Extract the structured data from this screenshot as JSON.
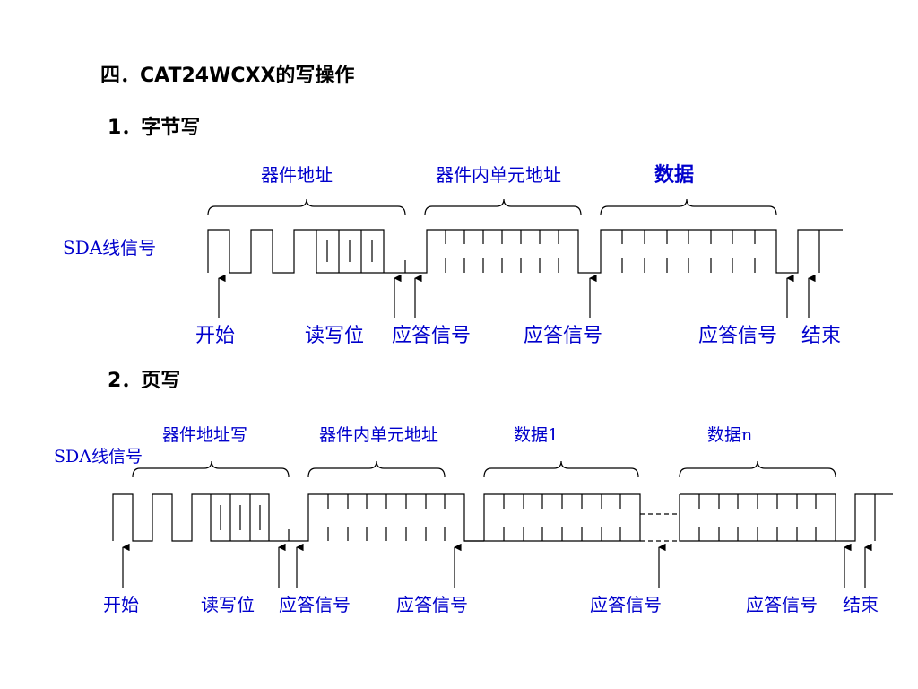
{
  "title": "四．CAT24WCXX的写操作",
  "section1": {
    "heading": "1．字节写",
    "signal_label": "SDA线信号",
    "groups": [
      "器件地址",
      "器件内单元地址",
      "数据"
    ],
    "labels": [
      "开始",
      "读写位",
      "应答信号",
      "应答信号",
      "应答信号",
      "结束"
    ]
  },
  "section2": {
    "heading": "2．页写",
    "signal_label": "SDA线信号",
    "groups": [
      "器件地址写",
      "器件内单元地址",
      "数据1",
      "数据n"
    ],
    "labels": [
      "开始",
      "读写位",
      "应答信号",
      "应答信号",
      "应答信号",
      "应答信号",
      "结束"
    ]
  },
  "colors": {
    "label": "#0000cc",
    "line": "#000000"
  }
}
